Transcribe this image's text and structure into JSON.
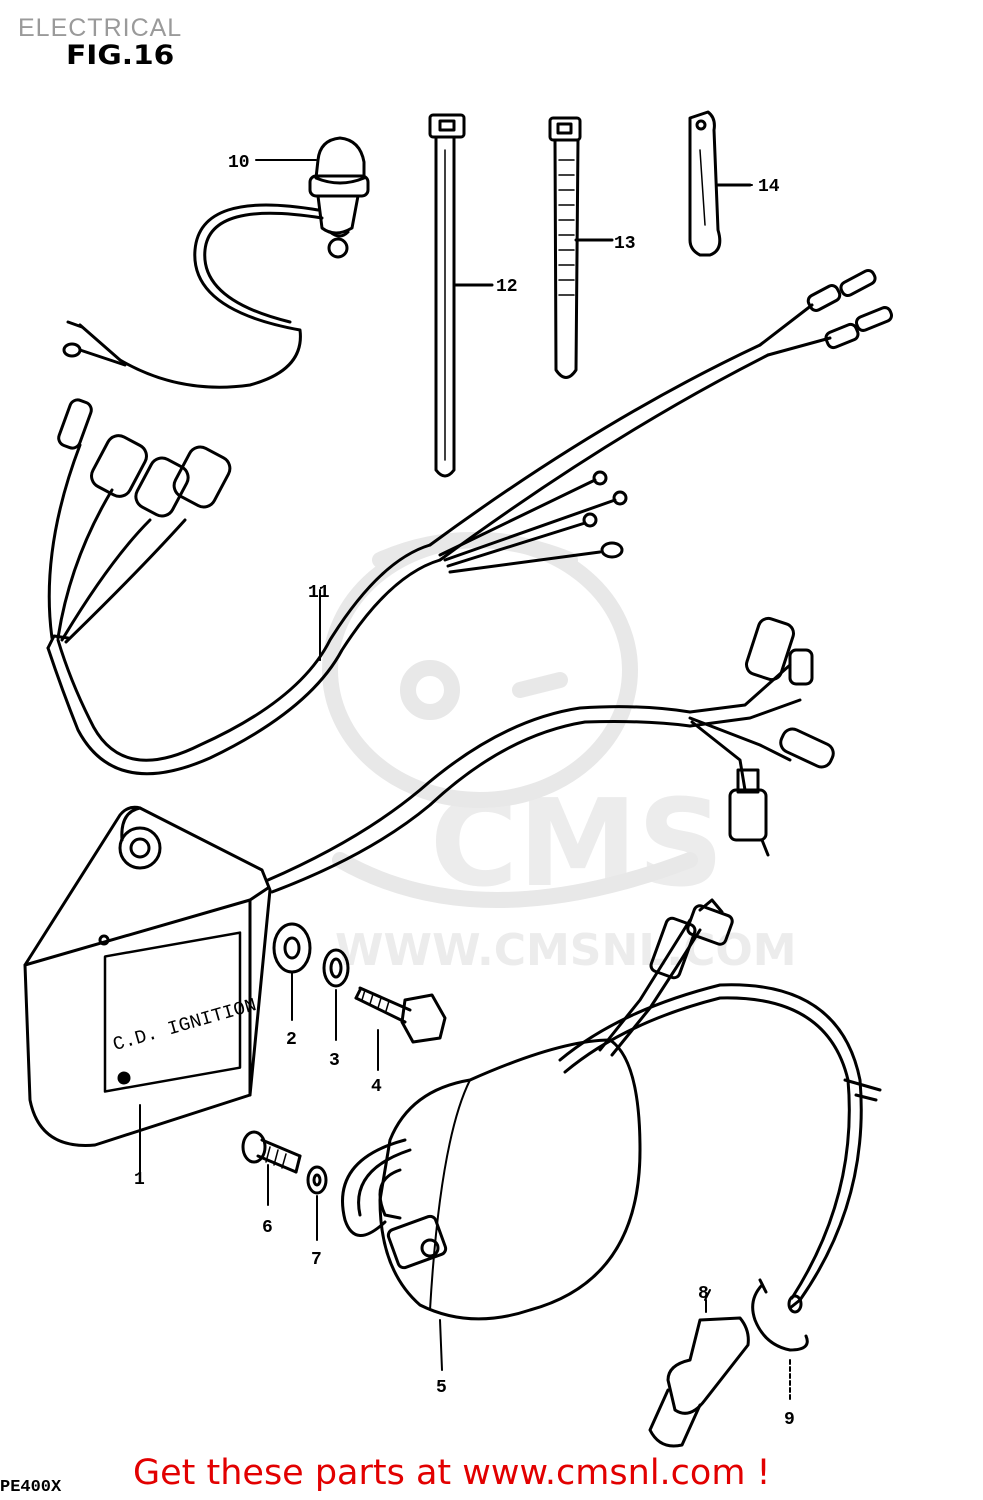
{
  "header": {
    "section_title": "ELECTRICAL",
    "figure_label": "FIG.16"
  },
  "model_code": "PE400X",
  "watermark": {
    "brand": "CMS",
    "url": "WWW.CMSNL.COM"
  },
  "footer": {
    "promo_text": "Get these parts at www.cmsnl.com !",
    "promo_color": "#e20000"
  },
  "box_label": {
    "line1": "C.D. IGNITION"
  },
  "parts": {
    "p1": "1",
    "p2": "2",
    "p3": "3",
    "p4": "4",
    "p5": "5",
    "p6": "6",
    "p7": "7",
    "p8": "8",
    "p9": "9",
    "p10": "10",
    "p11": "11",
    "p12": "12",
    "p13": "13",
    "p14": "14"
  }
}
